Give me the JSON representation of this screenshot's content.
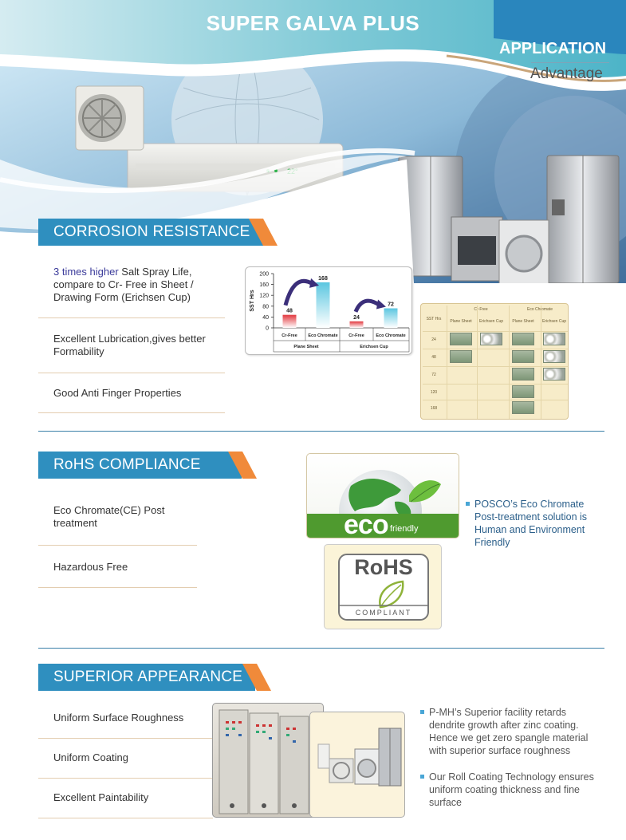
{
  "header": {
    "title": "SUPER GALVA PLUS",
    "application": "APPLICATION",
    "advantage": "Advantage",
    "ac_display": "22°"
  },
  "colors": {
    "section_blue": "#2f8fbf",
    "section_orange": "#f08a3a",
    "divider_blue": "#3a7fa8",
    "bullet_blue": "#49a6d6",
    "highlight": "#3b3b9a"
  },
  "corrosion": {
    "heading": "CORROSION RESISTANCE",
    "items": [
      {
        "highlight": "3 times higher",
        "text": " Salt Spray Life, compare to  Cr- Free  in Sheet / Drawing Form (Erichsen Cup)"
      },
      {
        "text": "Excellent Lubrication,gives better Formability"
      },
      {
        "text": "Good Anti Finger Properties"
      }
    ]
  },
  "chart_data": {
    "type": "bar",
    "ylabel": "SST Hrs",
    "ylim": [
      0,
      200
    ],
    "yticks": [
      0,
      40,
      80,
      120,
      160,
      200
    ],
    "groups": [
      {
        "name": "Plane Sheet",
        "categories": [
          "Cr-Free",
          "Eco Chromate"
        ],
        "values": [
          48,
          168
        ]
      },
      {
        "name": "Erichsen Cup",
        "categories": [
          "Cr-Free",
          "Eco Chromate"
        ],
        "values": [
          24,
          72
        ]
      }
    ],
    "colors": {
      "cr_free": "#e2383e",
      "eco_chromate": "#5bc6e0"
    },
    "grid": false,
    "legend": "none"
  },
  "test_table": {
    "groups": [
      "Cr-Free",
      "Eco Chromate"
    ],
    "col0": "SST Hrs",
    "columns": [
      "Plane Sheet",
      "Erichsen Cup",
      "Plane Sheet",
      "Erichsen Cup"
    ],
    "rows": [
      "24",
      "48",
      "72",
      "120",
      "168"
    ]
  },
  "rohs_section": {
    "heading": "RoHS COMPLIANCE",
    "items": [
      {
        "text": "Eco Chromate(CE)  Post treatment"
      },
      {
        "text": "Hazardous Free"
      }
    ],
    "eco_logo": {
      "big": "eco",
      "small": "friendly"
    },
    "rohs_logo": {
      "top": "RoHS",
      "bottom": "COMPLIANT"
    },
    "bullet": "POSCO’s  Eco Chromate Post-treatment solution is Human and Environment Friendly"
  },
  "appearance": {
    "heading": "SUPERIOR APPEARANCE",
    "items": [
      {
        "text": "Uniform Surface Roughness"
      },
      {
        "text": "Uniform Coating"
      },
      {
        "text": "Excellent Paintability"
      }
    ],
    "bullets": [
      "P-MH’s Superior facility retards dendrite growth after zinc coating. Hence we get zero spangle material with superior surface roughness",
      "Our Roll Coating Technology ensures uniform coating thickness and fine surface"
    ]
  }
}
